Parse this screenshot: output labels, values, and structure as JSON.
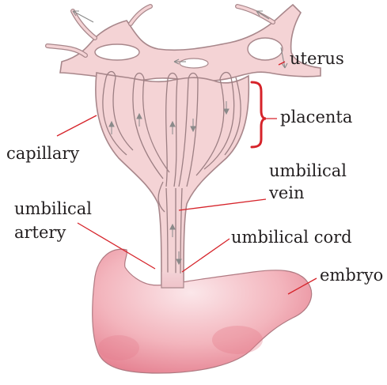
{
  "labels": {
    "uterus": "uterus",
    "placenta": "placenta",
    "capillary": "capillary",
    "umbilical_vein_1": "umbilical",
    "umbilical_vein_2": "vein",
    "umbilical_artery_1": "umbilical",
    "umbilical_artery_2": "artery",
    "umbilical_cord": "umbilical cord",
    "embryo": "embryo"
  },
  "colors": {
    "leader_line": "#d6232a",
    "bracket": "#d6232a",
    "tissue_fill": "#f4d3d5",
    "tissue_outline": "#a8878b",
    "vessel_stroke": "#9c7f83",
    "embryo_fill": "#f0a9b2",
    "embryo_deep": "#e57b8a",
    "arrow_gray": "#8a8a8a"
  },
  "icons": {
    "arrows": "blood-flow-arrow"
  }
}
